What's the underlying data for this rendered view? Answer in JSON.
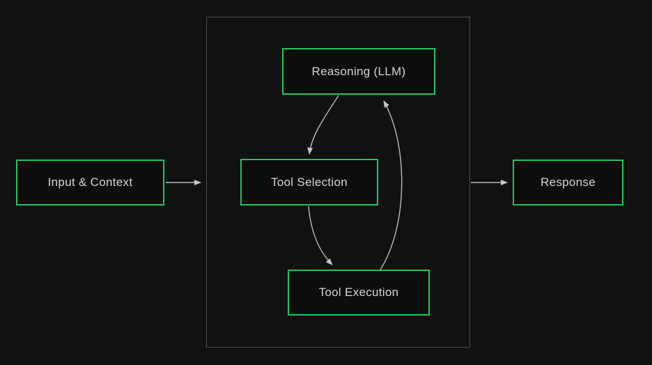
{
  "diagram": {
    "nodes": {
      "input": {
        "label": "Input & Context"
      },
      "reasoning": {
        "label": "Reasoning (LLM)"
      },
      "tool_selection": {
        "label": "Tool Selection"
      },
      "tool_execution": {
        "label": "Tool Execution"
      },
      "response": {
        "label": "Response"
      }
    },
    "edges": [
      {
        "from": "input",
        "to": "agent-loop"
      },
      {
        "from": "reasoning",
        "to": "tool_selection"
      },
      {
        "from": "tool_selection",
        "to": "tool_execution"
      },
      {
        "from": "tool_execution",
        "to": "reasoning"
      },
      {
        "from": "agent-loop",
        "to": "response"
      }
    ],
    "colors": {
      "background": "#111112",
      "node_fill": "#0d0d0e",
      "node_border": "#22c55e",
      "container_border": "#4b4d52",
      "arrow": "#b9bcc0",
      "arrowhead": "#c4c7ca",
      "text": "#d6d6d6"
    }
  }
}
